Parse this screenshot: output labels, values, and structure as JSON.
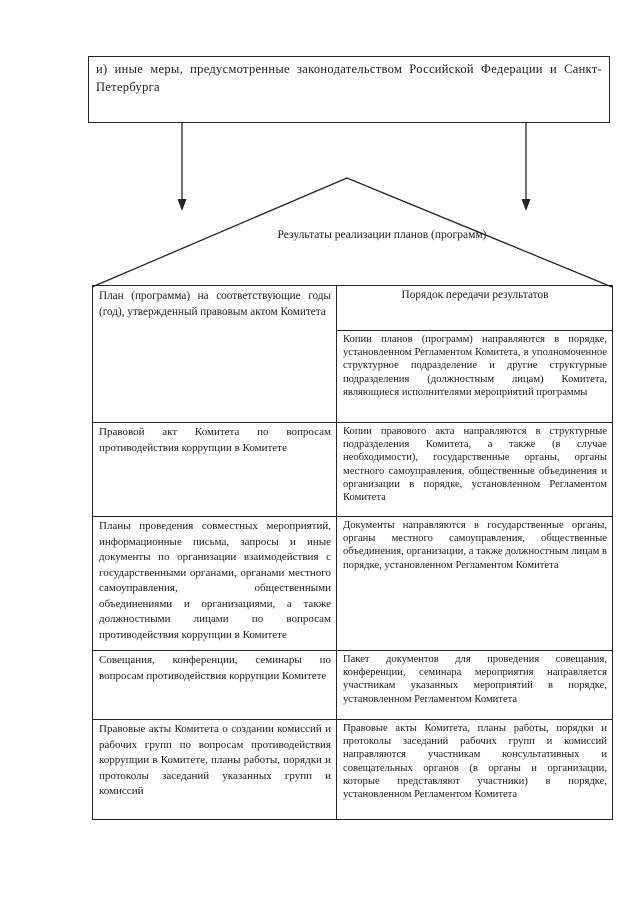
{
  "doc": {
    "top_box": {
      "text": "и) иные меры, предусмотренные законодательством Российской Федерации и Санкт-Петербурга"
    },
    "roof_label": "Результаты реализации планов (программ)",
    "table": {
      "col1_header": "План (программа) на соответствующие годы (год), утвержденный правовым актом Комитета",
      "col2_header": "Порядок передачи результатов",
      "col2_first_cell": "Копии планов (программ) направляются в порядке, установленном Регламентом Комитета, в уполномоченное структурное подразделение и другие структурные подразделения (должностным лицам) Комитета, являющиеся исполнителями мероприятий программы",
      "rows": [
        {
          "left": "Правовой акт Комитета по вопросам противодействия коррупции в Комитете",
          "right": "Копии правового акта направляются в структурные подразделения Комитета, а также (в случае необходимости), государственные органы, органы местного самоуправления, общественные объединения и организации в порядке, установленном Регламентом Комитета"
        },
        {
          "left": "Планы проведения совместных мероприятий, информационные письма, запросы и иные документы по организации взаимодействия с государственными органами, органами местного самоуправления, общественными объединениями и организациями, а также должностными лицами по вопросам противодействия коррупции в Комитете",
          "right": "Документы направляются в государственные органы, органы местного самоуправления, общественные объединения, организации, а также должностным лицам в порядке, установленном Регламентом Комитета"
        },
        {
          "left": "Совещания, конференции, семинары по вопросам противодействия коррупции Комитете",
          "right": "Пакет документов для проведения совещания, конференции, семинара мероприятия направляется участникам указанных мероприятий в порядке, установленном Регламентом Комитета"
        },
        {
          "left": "Правовые акты Комитета о создании комиссий и рабочих групп по вопросам противодействия коррупции в Комитете, планы работы, порядки и протоколы заседаний указанных групп и комиссий",
          "right": "Правовые акты Комитета, планы работы, порядки и протоколы заседаний рабочих групп и комиссий направляются участникам консультативных и совещательных органов (в органы и организации, которые представляют участники) в порядке, установленном Регламентом Комитета"
        }
      ]
    }
  }
}
